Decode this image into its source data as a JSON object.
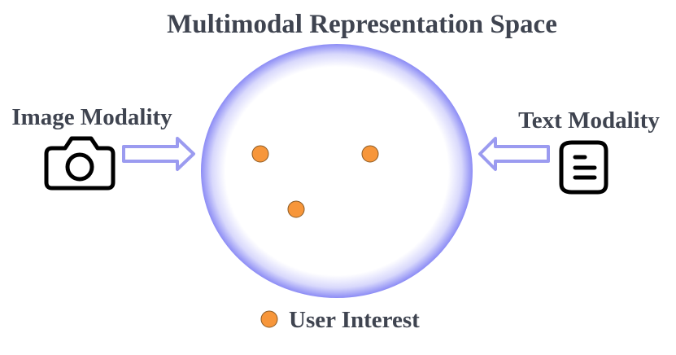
{
  "title": "Multimodal Representation Space",
  "left_label": "Image Modality",
  "right_label": "Text Modality",
  "legend_label": "User Interest",
  "icons": {
    "left": "camera-icon",
    "right": "document-icon"
  },
  "points_count": 3,
  "colors": {
    "title_text": "#3f4450",
    "interest_dot": "#f7963a",
    "interest_dot_stroke": "#8a5a25",
    "space_ring": "#8c8cf5",
    "arrow_stroke": "#9b9bf0",
    "icon_stroke": "#000000"
  }
}
